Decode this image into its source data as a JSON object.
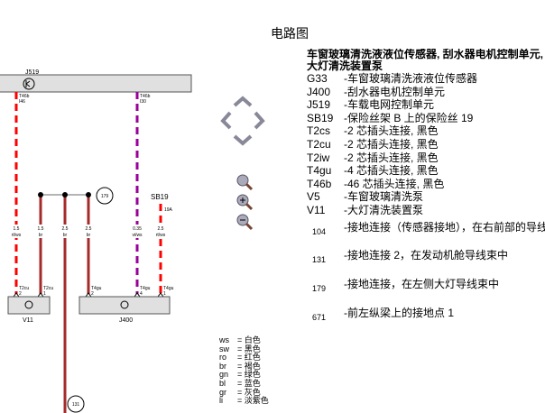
{
  "title": "电路图",
  "legend": {
    "heading": "车窗玻璃清洗液液位传感器, 刮水器电机控制单元, 大灯清洗装置泵",
    "items": [
      {
        "code": "G33",
        "desc": "-车窗玻璃清洗液液位传感器"
      },
      {
        "code": "J400",
        "desc": "-刮水器电机控制单元"
      },
      {
        "code": "J519",
        "desc": "-车载电网控制单元"
      },
      {
        "code": "SB19",
        "desc": "-保险丝架 B 上的保险丝 19"
      },
      {
        "code": "T2cs",
        "desc": "-2 芯插头连接, 黑色"
      },
      {
        "code": "T2cu",
        "desc": "-2 芯插头连接, 黑色"
      },
      {
        "code": "T2iw",
        "desc": "-2 芯插头连接, 黑色"
      },
      {
        "code": "T4gu",
        "desc": "-4 芯插头连接, 黑色"
      },
      {
        "code": "T46b",
        "desc": "-46 芯插头连接, 黑色"
      },
      {
        "code": "V5",
        "desc": "-车窗玻璃清洗泵"
      },
      {
        "code": "V11",
        "desc": "-大灯清洗装置泵"
      }
    ],
    "grounds": [
      {
        "code": "104",
        "desc": "-接地连接（传感器接地），在右前部的导线束中"
      },
      {
        "code": "131",
        "desc": "-接地连接 2，在发动机舱导线束中"
      },
      {
        "code": "179",
        "desc": "-接地连接，在左侧大灯导线束中"
      },
      {
        "code": "671",
        "desc": "-前左纵梁上的接地点 1"
      }
    ]
  },
  "colors": [
    {
      "k": "ws",
      "v": "= 白色"
    },
    {
      "k": "sw",
      "v": "= 黑色"
    },
    {
      "k": "ro",
      "v": "= 红色"
    },
    {
      "k": "br",
      "v": "= 褐色"
    },
    {
      "k": "gn",
      "v": "= 绿色"
    },
    {
      "k": "bl",
      "v": "= 蓝色"
    },
    {
      "k": "gr",
      "v": "= 灰色"
    },
    {
      "k": "li",
      "v": "= 淡紫色"
    }
  ],
  "diagram": {
    "j519": "J519",
    "v11": "V11",
    "j400": "J400",
    "sb": "SB19",
    "fuse": "19A",
    "c1a": "T46b",
    "c1b": "I46",
    "c2a": "T46b",
    "c2b": "I30",
    "g179": "179",
    "g131": "131",
    "wires": [
      {
        "size": "1.5",
        "color": "rt/ws",
        "conn": "T2cu",
        "pin": "2"
      },
      {
        "size": "1.5",
        "color": "br",
        "conn": "T2cu",
        "pin": "1"
      },
      {
        "size": "2.5",
        "color": "br"
      },
      {
        "size": "2.5",
        "color": "br",
        "conn": "T4gu",
        "pin": "2"
      },
      {
        "size": "0.35",
        "color": "vi/ws",
        "conn": "T4gu",
        "pin": "4"
      },
      {
        "size": "2.5",
        "color": "rt/ws",
        "conn": "T4gu",
        "pin": "1"
      }
    ]
  }
}
